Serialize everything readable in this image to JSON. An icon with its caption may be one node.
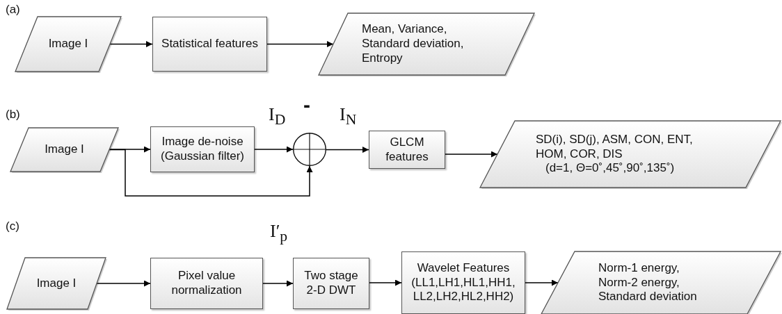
{
  "diagram": {
    "nodes": [
      {
        "text": [
          "Image I"
        ]
      },
      {
        "text": [
          "Statistical features"
        ]
      },
      {
        "text": [
          "Mean, Variance, Standard deviation, Entropy"
        ]
      },
      {
        "text": [
          "Image I"
        ]
      },
      {
        "text": [
          "Image de-noise (Gaussian filter)"
        ]
      },
      {
        "text": [],
        "shape": "circle"
      },
      {
        "text": [
          "GLCM features"
        ]
      },
      {
        "text": [
          "SD(i), SD(j), ASM, CON, ENT, HOM, COR, DIS",
          "(d=1, Θ=0˚,45˚,90˚,135˚)"
        ]
      },
      {
        "text": [
          "Image I"
        ]
      },
      {
        "text": [
          "Pixel value normalization"
        ]
      },
      {
        "text": [
          "Two stage 2-D DWT"
        ]
      },
      {
        "text": [
          "Wavelet Features (LL1,LH1,HL1,HH1, LL2,LH2,HL2,HH2)"
        ]
      },
      {
        "text": [
          "Norm-1 energy, Norm-2 energy, Standard deviation"
        ]
      }
    ],
    "edges": [
      {
        "from": 0,
        "to": 1,
        "arrow": "to"
      },
      {
        "from": 1,
        "to": 2,
        "arrow": "to"
      },
      {
        "from": 3,
        "to": 4,
        "arrow": "to"
      },
      {
        "from": 4,
        "to": 5,
        "arrow": "to"
      },
      {
        "from": 3,
        "to": 5,
        "arrow": "to"
      },
      {
        "from": 5,
        "to": 6,
        "arrow": "to"
      },
      {
        "from": 6,
        "to": 7,
        "arrow": "to"
      },
      {
        "from": 8,
        "to": 9,
        "arrow": "to"
      },
      {
        "from": 9,
        "to": 10,
        "arrow": "to"
      },
      {
        "from": 10,
        "to": 11,
        "arrow": "to"
      },
      {
        "from": 11,
        "to": 12,
        "arrow": "to"
      }
    ],
    "labels": [
      "(a)",
      "(b)",
      "I$_{D}$",
      "-",
      "I$_{N}$",
      "(c)",
      "I′$_{p}$"
    ]
  }
}
